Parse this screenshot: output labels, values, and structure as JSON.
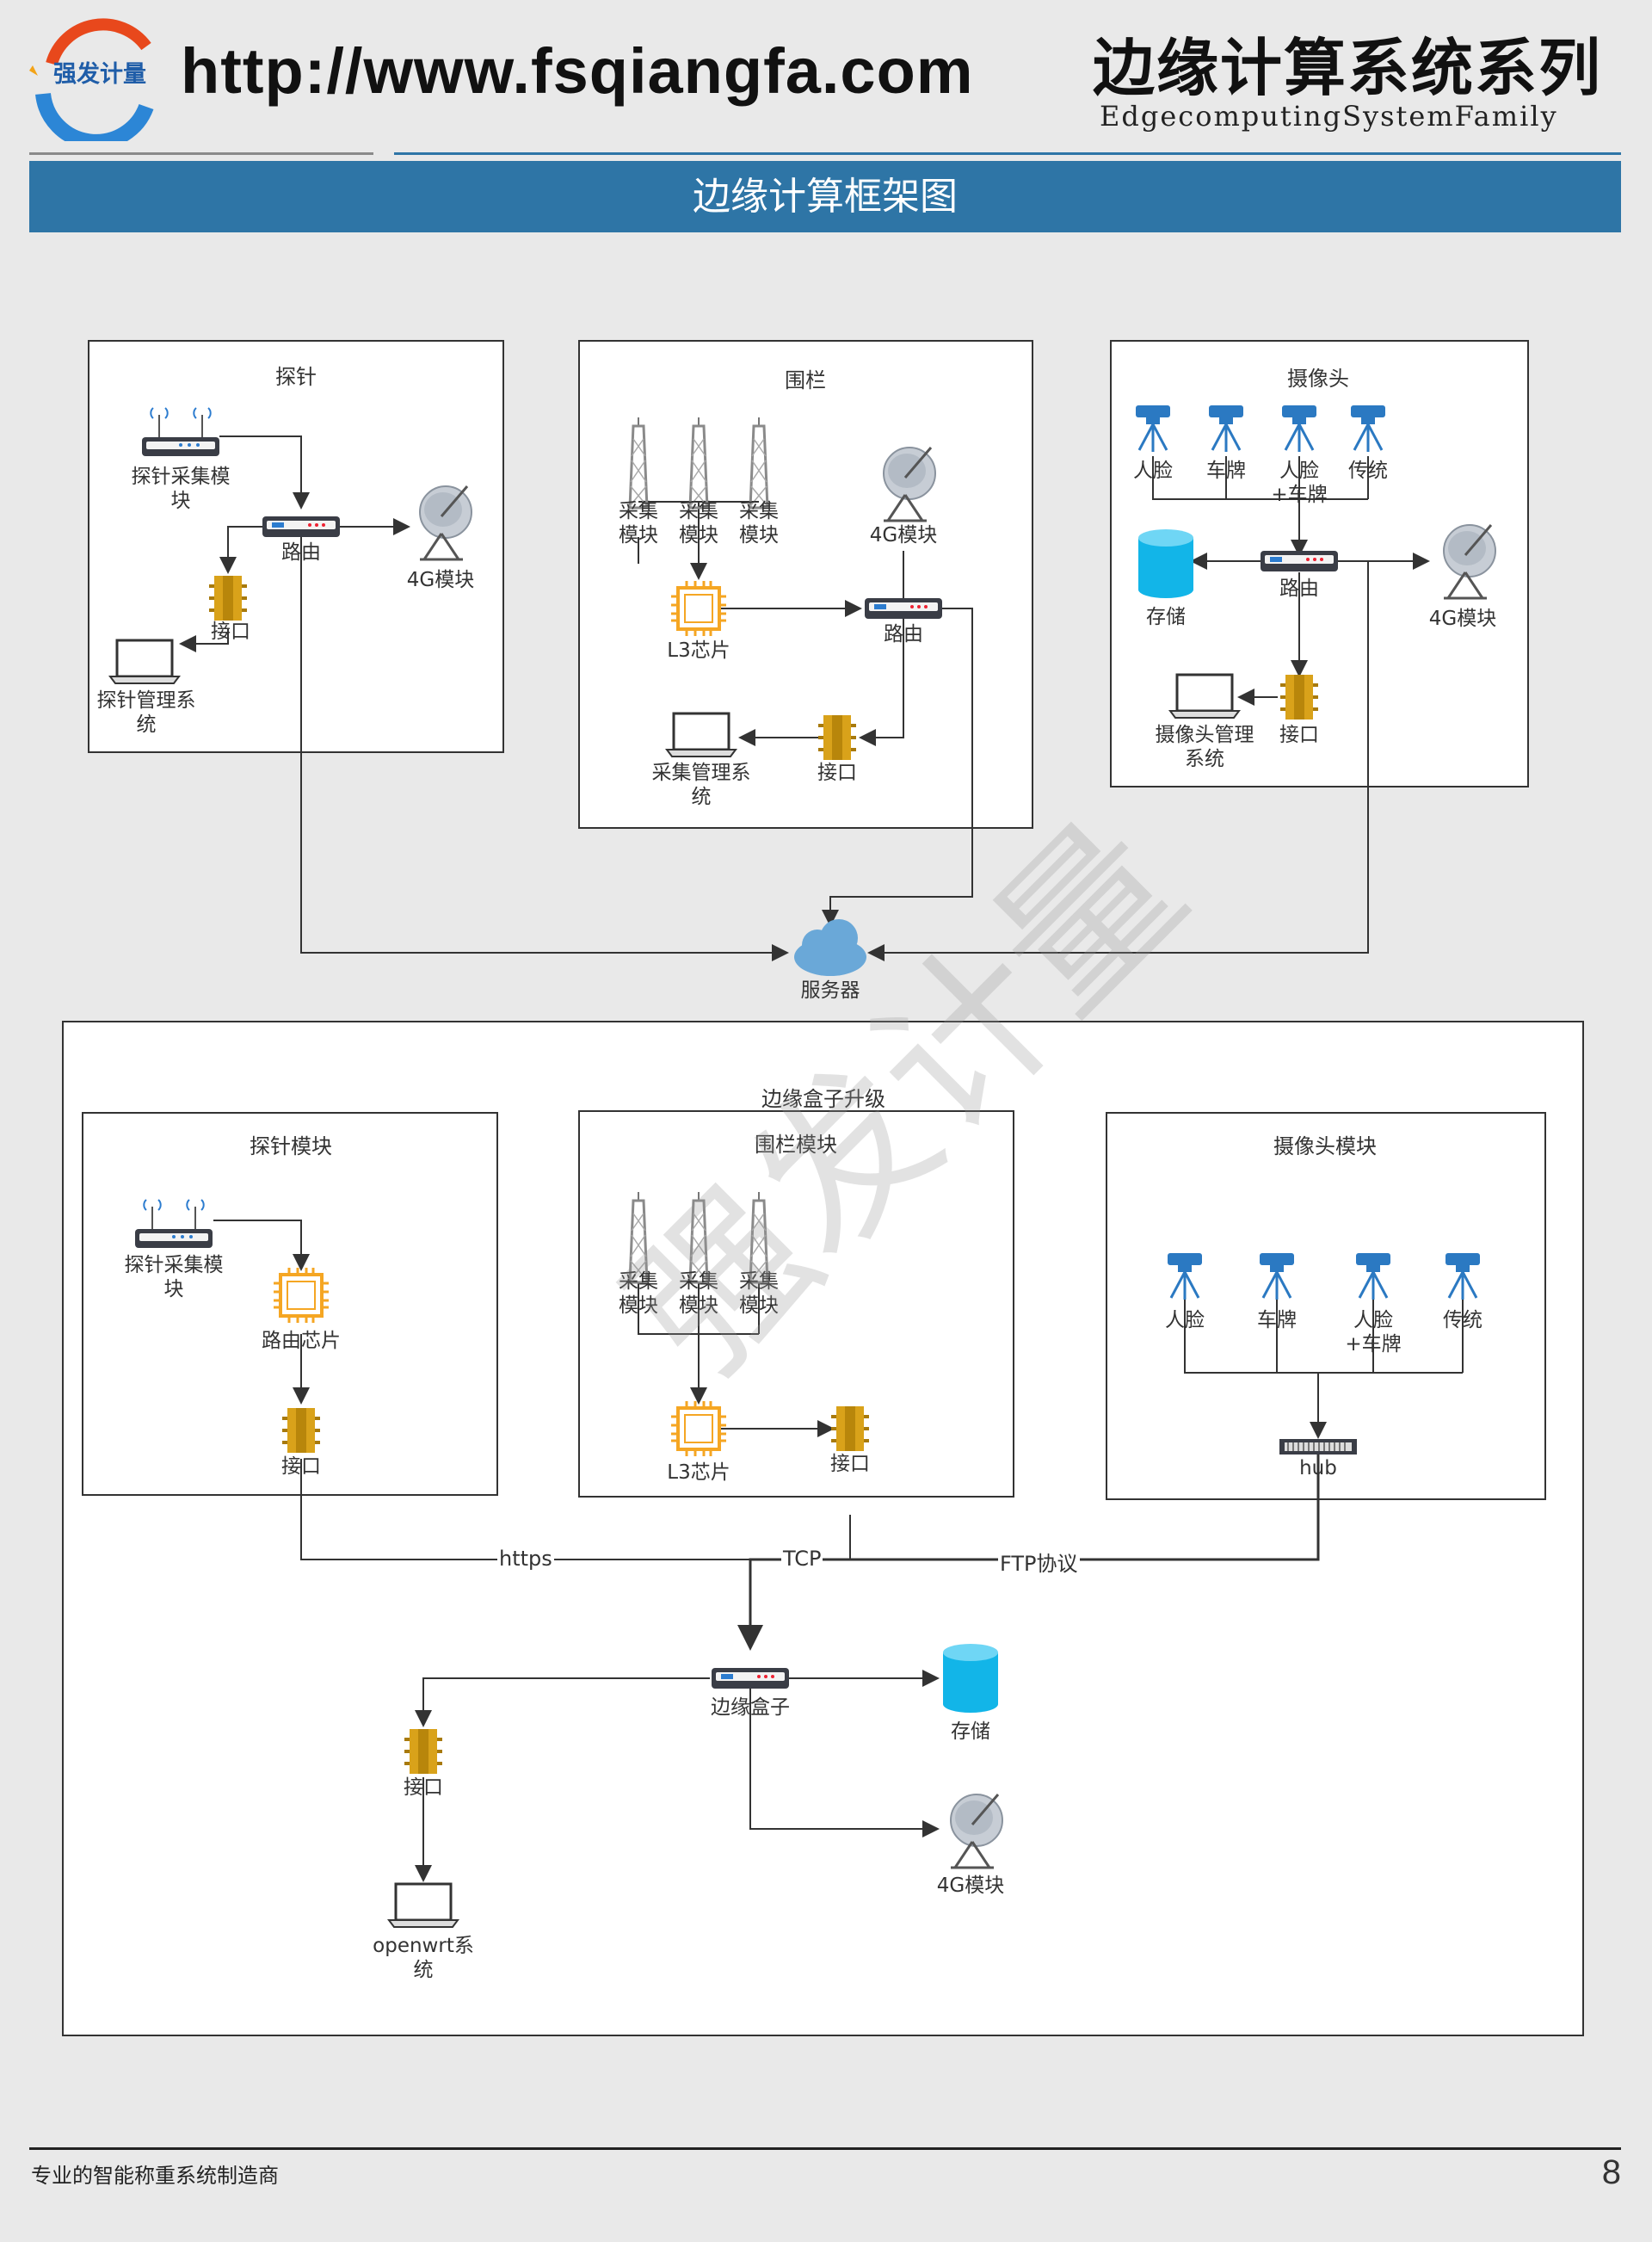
{
  "header": {
    "logo_text": "强发计量",
    "url": "http://www.fsqiangfa.com",
    "title": "边缘计算系统系列",
    "subtitle": "EdgecomputingSystemFamily"
  },
  "banner": {
    "title": "边缘计算框架图"
  },
  "panels": {
    "probe": {
      "title": "探针",
      "collector": "探针采集模\n块",
      "router": "路由",
      "module4g": "4G模块",
      "interface": "接口",
      "mgmt": "探针管理系\n统"
    },
    "fence": {
      "title": "围栏",
      "collector": "采集\n模块",
      "module4g": "4G模块",
      "chip": "L3芯片",
      "router": "路由",
      "interface": "接口",
      "mgmt": "采集管理系\n统"
    },
    "camera": {
      "title": "摄像头",
      "cams": [
        "人脸",
        "车牌",
        "人脸\n+车牌",
        "传统"
      ],
      "storage": "存储",
      "router": "路由",
      "module4g": "4G模块",
      "mgmt": "摄像头管理\n系统",
      "interface": "接口"
    },
    "server": "服务器",
    "upgrade": {
      "title": "边缘盒子升级"
    },
    "probe_mod": {
      "title": "探针模块",
      "collector": "探针采集模\n块",
      "chip": "路由芯片",
      "interface": "接口"
    },
    "fence_mod": {
      "title": "围栏模块",
      "collector": "采集\n模块",
      "chip": "L3芯片",
      "interface": "接口"
    },
    "camera_mod": {
      "title": "摄像头模块",
      "cams": [
        "人脸",
        "车牌",
        "人脸\n+车牌",
        "传统"
      ],
      "hub": "hub"
    },
    "edges": {
      "https": "https",
      "tcp": "TCP",
      "ftp": "FTP协议"
    },
    "edgebox": {
      "box": "边缘盒子",
      "storage": "存储",
      "module4g": "4G模块",
      "interface": "接口",
      "mgmt": "openwrt系\n统"
    }
  },
  "watermark": "强发计量",
  "footer": {
    "left": "专业的智能称重系统制造商",
    "page": "8"
  },
  "colors": {
    "banner": "#2e75a6",
    "chip": "#f5a623",
    "storage": "#12b5e8",
    "camera": "#2b79c2",
    "cloud": "#6aa8d8"
  }
}
